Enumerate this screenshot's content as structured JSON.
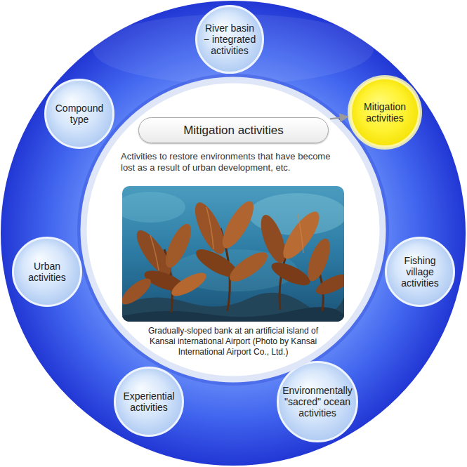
{
  "diagram": {
    "nodes": [
      {
        "text": [
          "River basin − integrated activities"
        ]
      },
      {
        "text": [
          "Mitigation activities"
        ]
      },
      {
        "text": [
          "Fishing village activities"
        ]
      },
      {
        "text": [
          "Environmentally \"sacred\" ocean activities"
        ]
      },
      {
        "text": [
          "Experiential activities"
        ]
      },
      {
        "text": [
          "Urban activities"
        ]
      },
      {
        "text": [
          "Compound type"
        ]
      },
      {
        "text": [
          "Activities to restore environments that have become lost as a result of urban development, etc.",
          "Gradually-sloped bank at an artificial island of Kansai international Airport (Photo by Kansai International Airport Co., Ltd.)"
        ]
      },
      {
        "text": [
          "Mitigation activities"
        ],
        "in": 7
      }
    ],
    "edges": [
      {
        "from": 8,
        "to": 1,
        "arrow": "to"
      }
    ]
  }
}
